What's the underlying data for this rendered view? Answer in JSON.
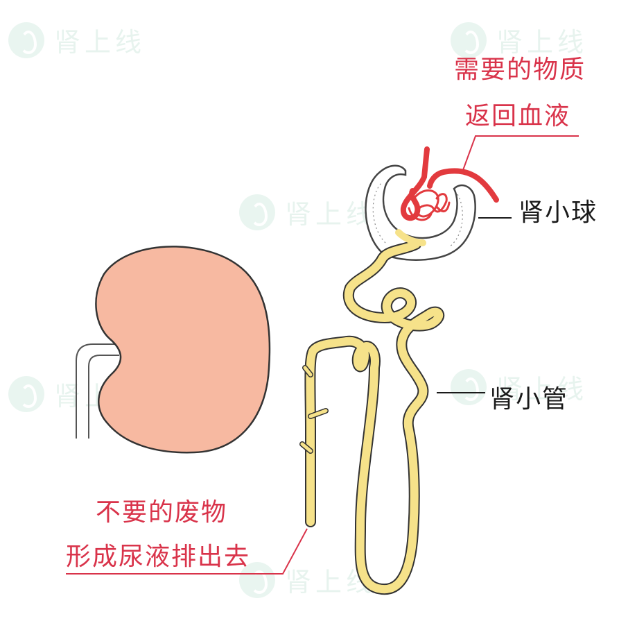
{
  "watermark": {
    "text": "肾上线",
    "icon": "kidney-logo-icon"
  },
  "labels": {
    "blood_return_line1": "需要的物质",
    "blood_return_line2": "返回血液",
    "glomerulus": "肾小球",
    "tubule": "肾小管",
    "waste_line1": "不要的废物",
    "waste_line2": "形成尿液排出去"
  },
  "colors": {
    "kidney": "#f7b9a1",
    "tubule": "#f6e28a",
    "blood_vessel": "#e23a3e",
    "capsule_outline": "#6b6b6b",
    "annotation_red": "#d9334a",
    "annotation_black": "#1a1a1a",
    "watermark": "#d4ebe1"
  }
}
